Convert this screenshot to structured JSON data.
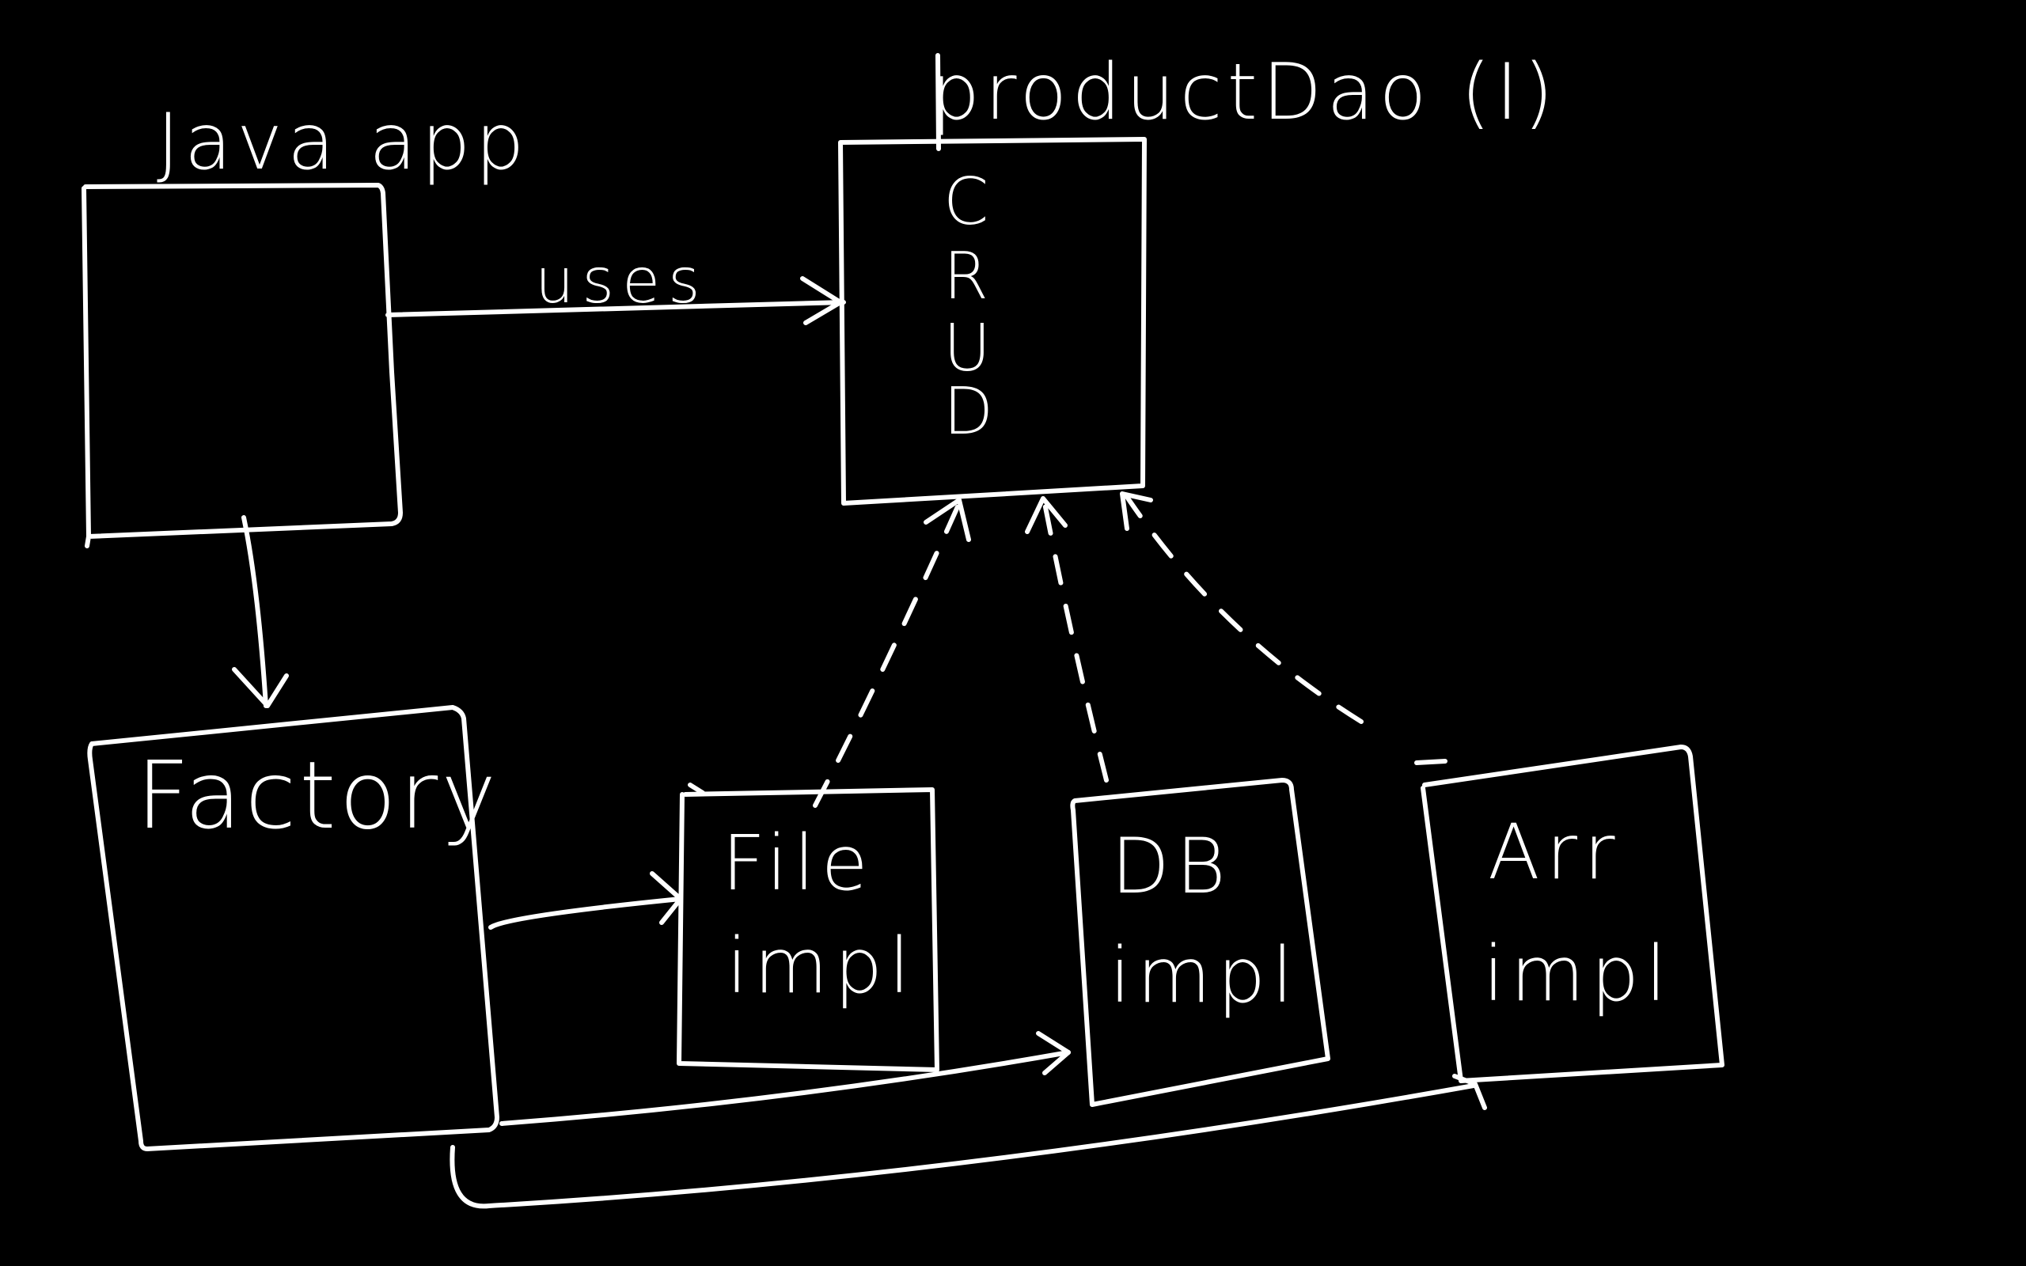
{
  "labels": {
    "java_app": "Java app",
    "product_dao": "productDao (I)",
    "uses": "uses",
    "crud": [
      "C",
      "R",
      "U",
      "D"
    ],
    "factory": "Factory",
    "file_impl": [
      "File",
      "impl"
    ],
    "db_impl": [
      "DB",
      "impl"
    ],
    "arr_impl": [
      "Arr",
      "impl"
    ]
  },
  "colors": {
    "background": "#000000",
    "ink": "#ffffff"
  }
}
